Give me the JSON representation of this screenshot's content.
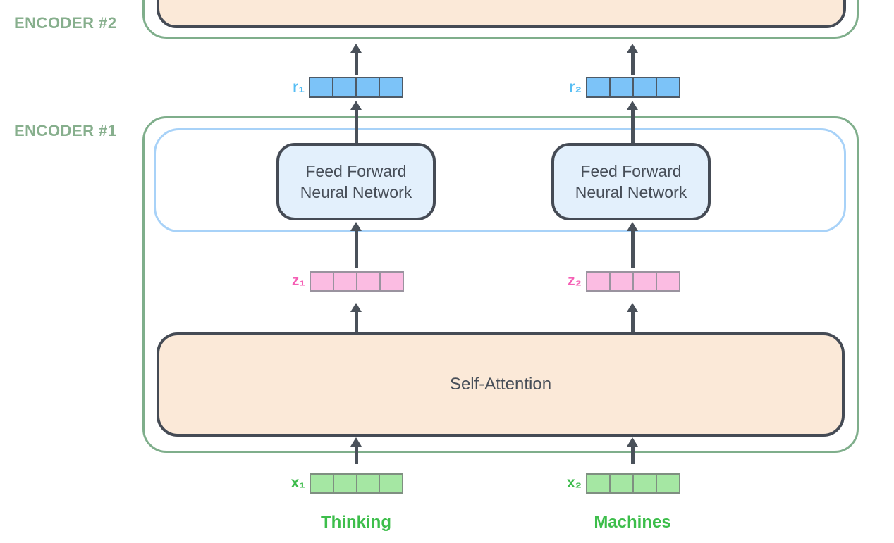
{
  "colors": {
    "green-border": "#7FAE8B",
    "green-label": "#87AF8D",
    "bright-green": "#3DBE4B",
    "dark-border": "#454B55",
    "dark-text": "#474E58",
    "arrow": "#4A515A",
    "peach-fill": "#FBE9D8",
    "ffnn-fill": "#E3F0FC",
    "blue-frame-border": "#A8D2F8",
    "vec-r-fill": "#7CC3F8",
    "vec-r-border": "#4E5A66",
    "vec-r-label": "#55BDF4",
    "vec-z-fill": "#FBBCE2",
    "vec-z-border": "#9A939F",
    "vec-z-label": "#F55FB5",
    "vec-x-fill": "#A5E7A3",
    "vec-x-border": "#7F8F81",
    "vec-x-label": "#3CBB4B"
  },
  "encoders": {
    "encoder2_label": "ENCODER #2",
    "encoder1_label": "ENCODER #1"
  },
  "blocks": {
    "ffnn_line1": "Feed Forward",
    "ffnn_line2": "Neural Network",
    "self_attention": "Self-Attention"
  },
  "vectors": {
    "r1": "r₁",
    "r2": "r₂",
    "z1": "z₁",
    "z2": "z₂",
    "x1": "x₁",
    "x2": "x₂"
  },
  "tokens": {
    "token1": "Thinking",
    "token2": "Machines"
  }
}
